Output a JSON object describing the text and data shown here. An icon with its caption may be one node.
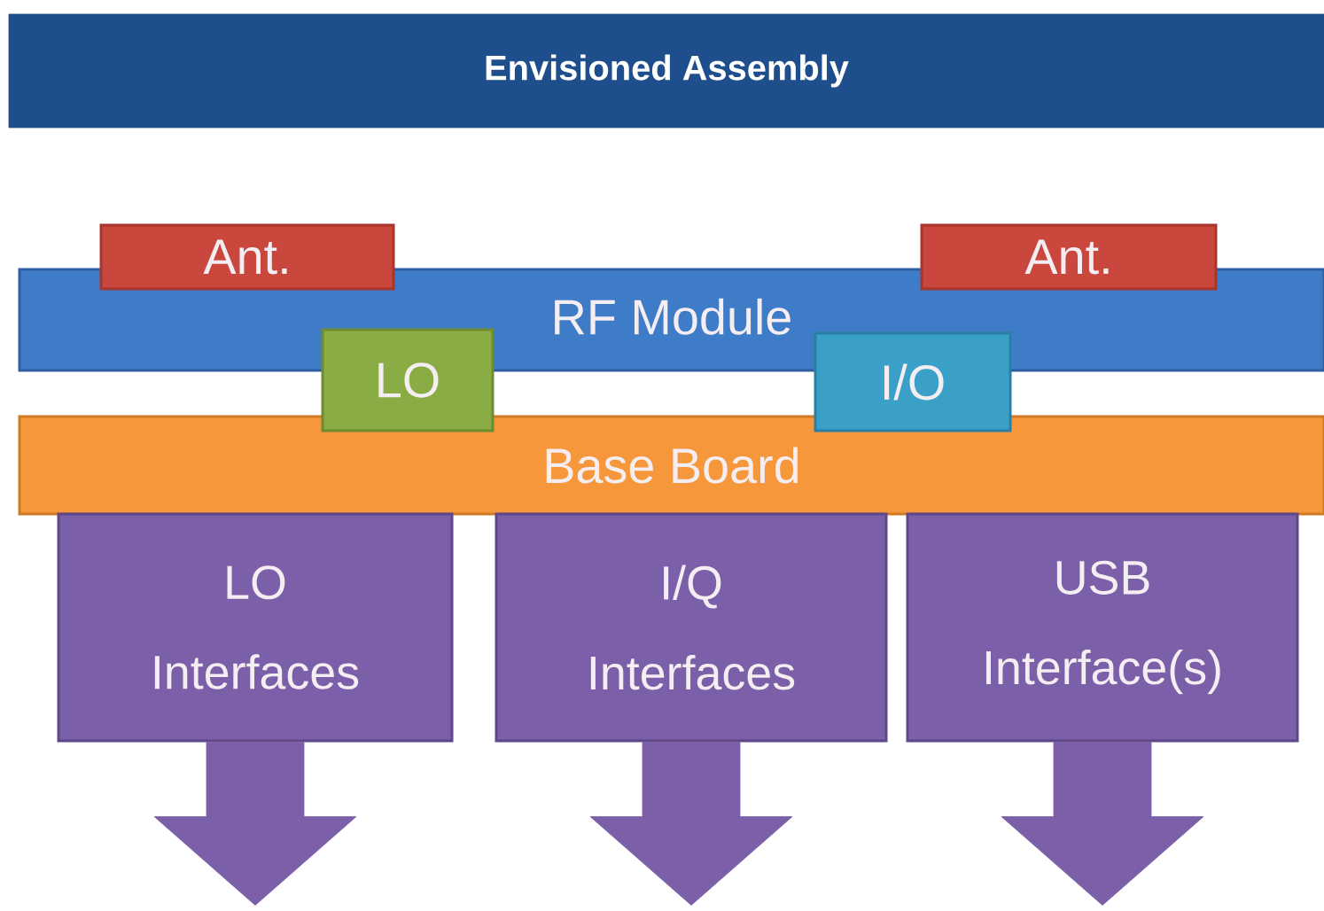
{
  "diagram": {
    "title": "Envisioned Assembly",
    "nodes": [
      {
        "text": [
          "Ant."
        ]
      },
      {
        "text": [
          "Ant."
        ]
      },
      {
        "text": [
          "RF Module"
        ]
      },
      {
        "text": [
          "LO"
        ]
      },
      {
        "text": [
          "I/O"
        ]
      },
      {
        "text": [
          "Base Board"
        ]
      },
      {
        "text": [
          "LO Interfaces"
        ]
      },
      {
        "text": [
          "I/Q Interfaces"
        ]
      },
      {
        "text": [
          "USB Interface(s)"
        ]
      }
    ],
    "edges": [
      {
        "from": 6,
        "to": null,
        "arrow": "to"
      },
      {
        "from": 7,
        "to": null,
        "arrow": "to"
      },
      {
        "from": 8,
        "to": null,
        "arrow": "to"
      }
    ]
  }
}
